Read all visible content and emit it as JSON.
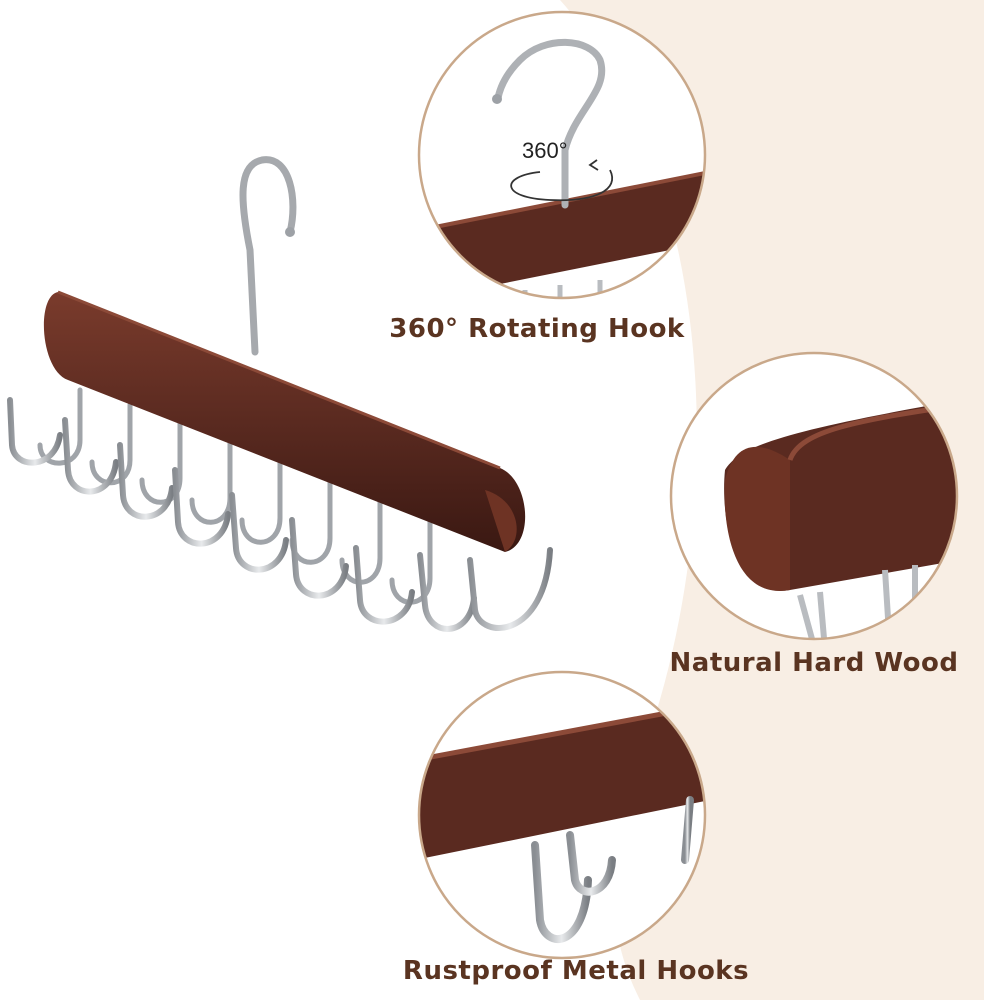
{
  "colors": {
    "background": "#ffffff",
    "background_accent": "#f8eee4",
    "wood": "#5a2a20",
    "wood_highlight": "#7a3b2c",
    "wood_shadow": "#3a1812",
    "metal": "#c7c9cc",
    "metal_dark": "#6f7378",
    "circle_border": "#c9a88a",
    "caption_text": "#5a3421"
  },
  "icons": {
    "hook": "hook-icon",
    "rotate_arrows": "rotate-arrows-icon"
  },
  "callouts": {
    "rotation_label": "360°",
    "rotating_hook": "360° Rotating Hook",
    "natural_wood": "Natural Hard Wood",
    "metal_hooks": "Rustproof Metal Hooks"
  }
}
